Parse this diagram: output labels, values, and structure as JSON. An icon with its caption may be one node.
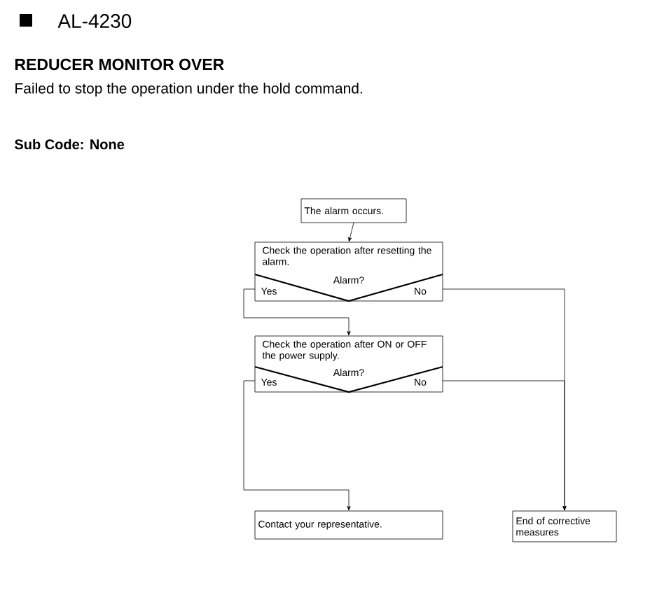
{
  "diagram": {
    "title": "AL-4230",
    "nodes": [
      {
        "text": [
          "The alarm occurs."
        ]
      },
      {
        "text": [
          "Check the operation after resetting the alarm.",
          "Alarm?",
          "Yes",
          "No"
        ]
      },
      {
        "text": [
          "Check the operation after ON or OFF the power supply.",
          "Alarm?",
          "Yes",
          "No"
        ]
      },
      {
        "text": [
          "Contact your representative."
        ]
      },
      {
        "text": [
          "End of corrective measures"
        ]
      }
    ],
    "edges": [
      {
        "from": 0,
        "to": 1,
        "arrow": "to"
      },
      {
        "from": 1,
        "to": 2,
        "arrow": "to"
      },
      {
        "from": 1,
        "to": 4,
        "arrow": "to"
      },
      {
        "from": 2,
        "to": 4,
        "arrow": "to"
      },
      {
        "from": 2,
        "to": 3,
        "arrow": "to"
      }
    ],
    "labels": [
      "REDUCER MONITOR OVER",
      "Failed to stop the operation under the hold command.",
      "Sub Code: None"
    ]
  }
}
